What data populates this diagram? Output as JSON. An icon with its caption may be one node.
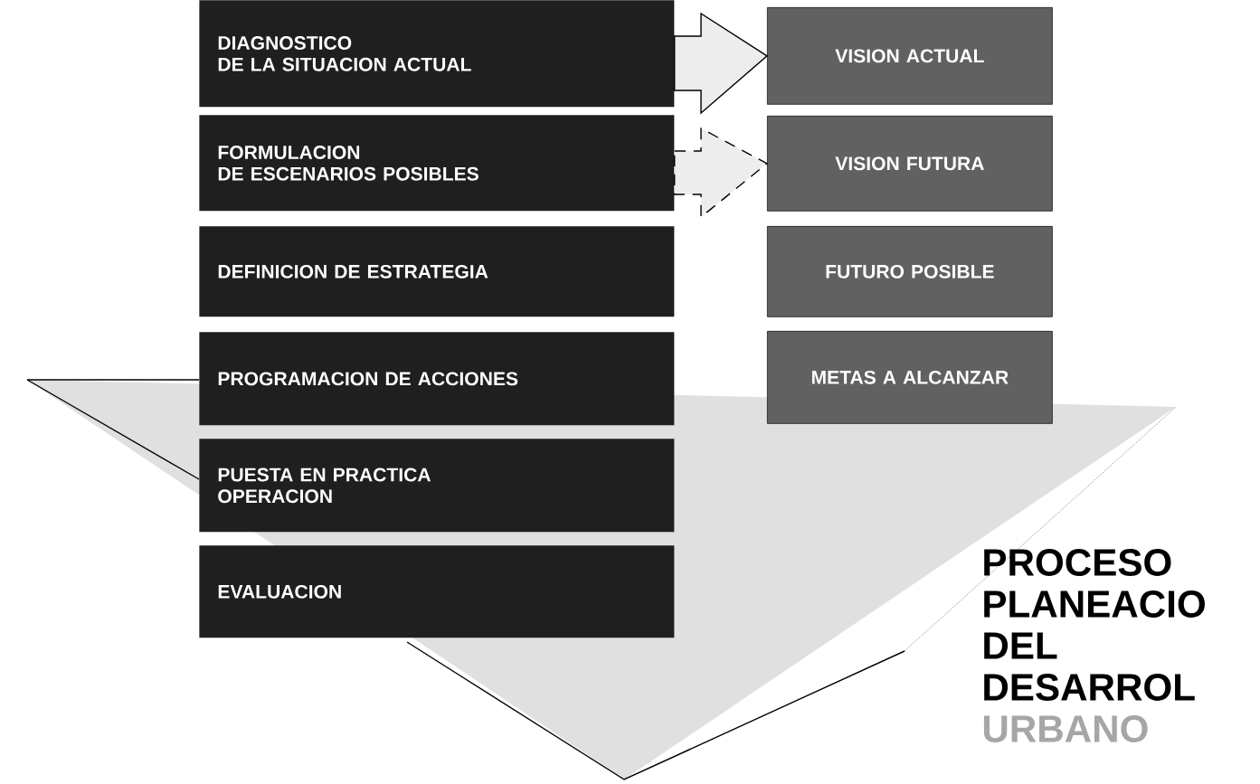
{
  "diagram": {
    "nodes": [
      {
        "text": [
          "DIAGNOSTICO DE LA SITUACION ACTUAL"
        ]
      },
      {
        "text": [
          "FORMULACION DE ESCENARIOS POSIBLES"
        ]
      },
      {
        "text": [
          "DEFINICION DE ESTRATEGIA"
        ]
      },
      {
        "text": [
          "PROGRAMACION DE ACCIONES"
        ]
      },
      {
        "text": [
          "PUESTA EN PRACTICA OPERACION"
        ]
      },
      {
        "text": [
          "EVALUACION"
        ]
      },
      {
        "text": [
          "VISION ACTUAL"
        ]
      },
      {
        "text": [
          "VISION FUTURA"
        ]
      },
      {
        "text": [
          "FUTURO POSIBLE"
        ]
      },
      {
        "text": [
          "METAS A ALCANZAR"
        ]
      }
    ],
    "edges": [
      {
        "from": 0,
        "to": 6,
        "arrow": "to"
      },
      {
        "from": 1,
        "to": 7,
        "arrow": "to",
        "style": "dashed"
      }
    ],
    "labels": [
      "PROCESO",
      "PLANEACIO",
      "DEL",
      "DESARROL",
      "URBANO"
    ]
  }
}
